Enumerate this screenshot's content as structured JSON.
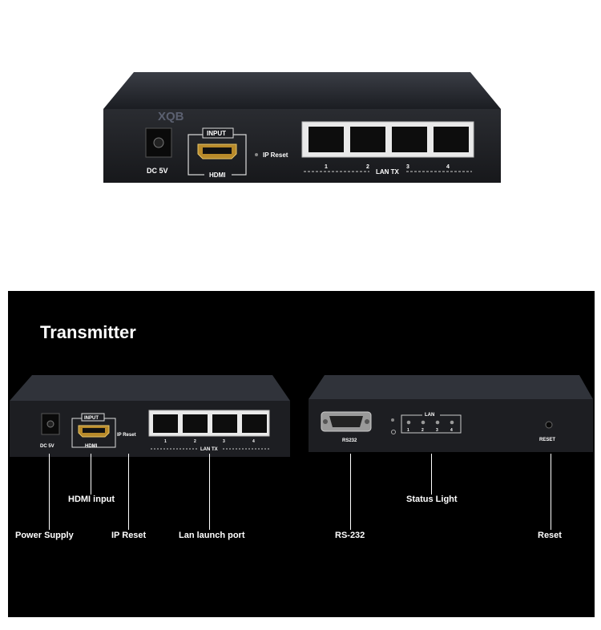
{
  "top_device": {
    "watermark": "XQB",
    "power_label": "DC 5V",
    "input_label": "INPUT",
    "hdmi_label": "HDMI",
    "ip_reset_label": "IP Reset",
    "lan_label": "LAN TX",
    "port_numbers": [
      "1",
      "2",
      "3",
      "4"
    ]
  },
  "panel": {
    "title": "Transmitter",
    "front": {
      "power_label": "DC 5V",
      "input_label": "INPUT",
      "hdmi_label": "HDMI",
      "ip_reset_label": "IP Reset",
      "lan_label": "LAN TX",
      "port_numbers": [
        "1",
        "2",
        "3",
        "4"
      ]
    },
    "back": {
      "rs232_label": "RS232",
      "lan_label": "LAN",
      "led_numbers": [
        "1",
        "2",
        "3",
        "4"
      ],
      "reset_label": "RESET"
    },
    "callouts": {
      "hdmi_input": "HDMI input",
      "power_supply": "Power Supply",
      "ip_reset": "IP Reset",
      "lan_port": "Lan launch port",
      "status_light": "Status Light",
      "rs232": "RS-232",
      "reset": "Reset"
    }
  }
}
